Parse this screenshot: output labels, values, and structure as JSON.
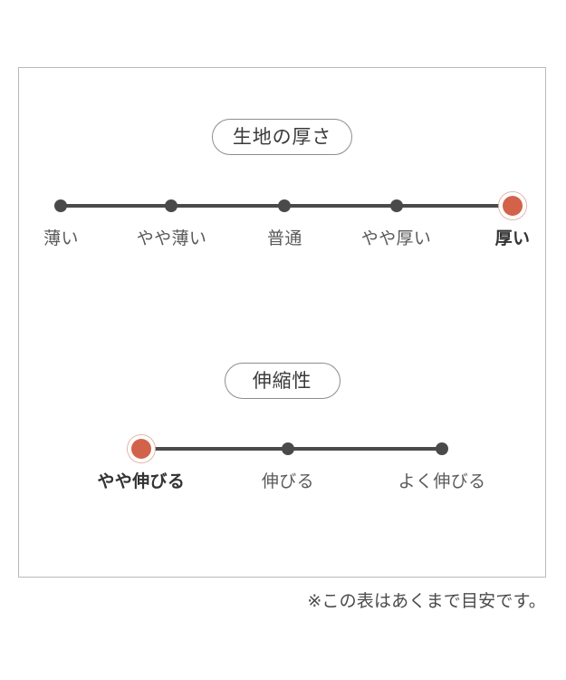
{
  "card": {
    "sections": [
      {
        "key": "thickness",
        "heading": "生地の厚さ",
        "scale": {
          "type": "ordinal-scale",
          "selected_index": 4,
          "ticks": [
            {
              "label": "薄い",
              "x_pct": 8.0
            },
            {
              "label": "やや薄い",
              "x_pct": 29.0
            },
            {
              "label": "普通",
              "x_pct": 50.5
            },
            {
              "label": "やや厚い",
              "x_pct": 71.7
            },
            {
              "label": "厚い",
              "x_pct": 93.8
            }
          ]
        }
      },
      {
        "key": "stretch",
        "heading": "伸縮性",
        "scale": {
          "type": "ordinal-scale",
          "selected_index": 0,
          "ticks": [
            {
              "label": "やや伸びる",
              "x_pct": 23.2
            },
            {
              "label": "伸びる",
              "x_pct": 51.1
            },
            {
              "label": "よく伸びる",
              "x_pct": 80.4
            }
          ]
        }
      }
    ]
  },
  "footnote": "※この表はあくまで目安です。",
  "colors": {
    "accent": "#d2634a",
    "accent_ring": "#e4b2a3",
    "track": "#4a4a4a",
    "border": "#b9b9b9",
    "pill_border": "#8d8d8d",
    "label": "#5a5a5a",
    "label_active": "#333333",
    "background": "#ffffff"
  }
}
